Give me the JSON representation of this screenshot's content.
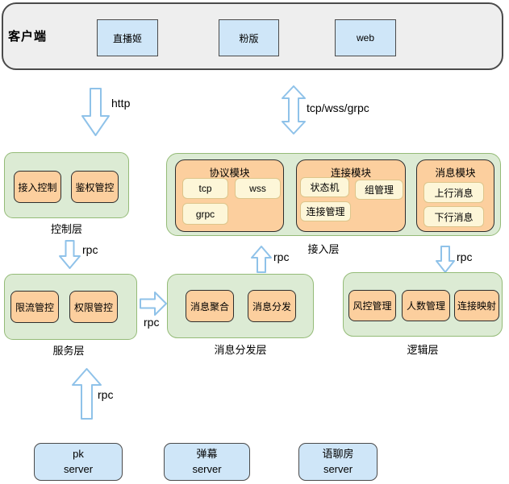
{
  "client_panel": {
    "label": "客户端",
    "nodes": [
      "直播姬",
      "粉版",
      "web"
    ]
  },
  "arrows": {
    "http": "http",
    "tcp_wss_grpc": "tcp/wss/grpc",
    "rpc_control_service": "rpc",
    "rpc_service_dispatch": "rpc",
    "rpc_dispatch_access": "rpc",
    "rpc_access_logic": "rpc",
    "rpc_servers_service": "rpc"
  },
  "layers": {
    "control": {
      "label": "控制层",
      "nodes": [
        "接入控制",
        "鉴权管控"
      ]
    },
    "access": {
      "label": "接入层",
      "modules": [
        {
          "title": "协议模块",
          "subs": [
            "tcp",
            "wss",
            "grpc"
          ]
        },
        {
          "title": "连接模块",
          "subs": [
            "状态机",
            "组管理",
            "连接管理"
          ]
        },
        {
          "title": "消息模块",
          "subs": [
            "上行消息",
            "下行消息"
          ]
        }
      ]
    },
    "service": {
      "label": "服务层",
      "nodes": [
        "限流管控",
        "权限管控"
      ]
    },
    "dispatch": {
      "label": "消息分发层",
      "nodes": [
        "消息聚合",
        "消息分发"
      ]
    },
    "logic": {
      "label": "逻辑层",
      "nodes": [
        "风控管理",
        "人数管理",
        "连接映射"
      ]
    }
  },
  "servers": [
    [
      "pk",
      "server"
    ],
    [
      "弹幕",
      "server"
    ],
    [
      "语聊房",
      "server"
    ]
  ],
  "colors": {
    "panel_fill": "#eeeeee",
    "client_fill": "#cfe6f8",
    "layer_fill": "#dcebd4",
    "layer_stroke": "#94bb77",
    "module_fill": "#fccf9e",
    "sub_fill": "#fdf6d8",
    "arrow_stroke": "#8fc2e9"
  }
}
